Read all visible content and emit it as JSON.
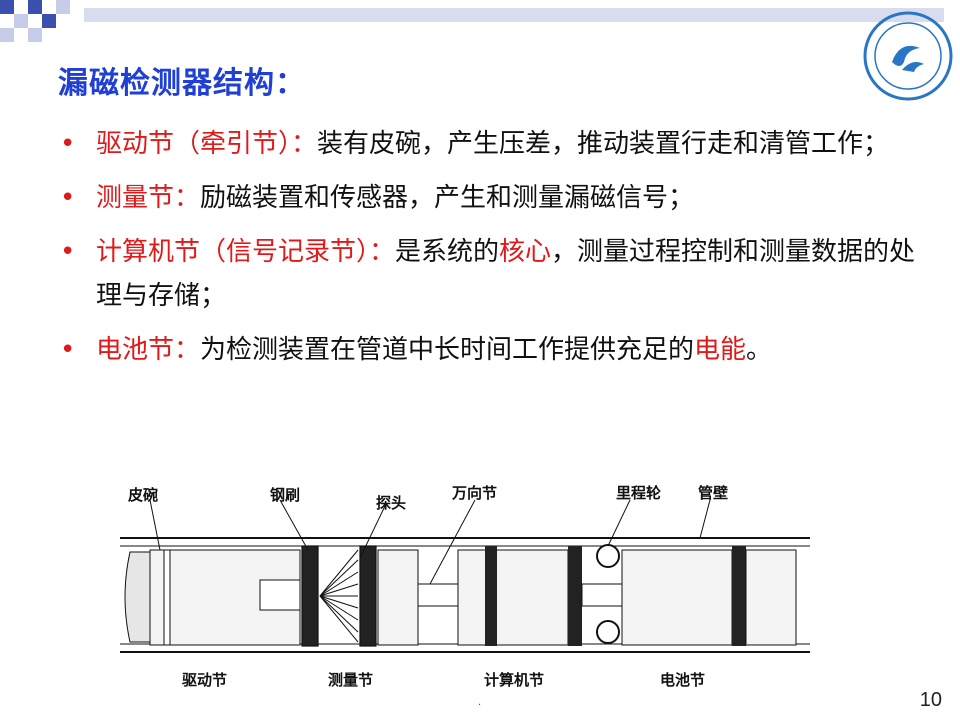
{
  "title": "漏磁检测器结构：",
  "bullets": [
    {
      "head": "驱动节（牵引节）：",
      "text": "装有皮碗，产生压差，推动装置行走和清管工作；"
    },
    {
      "head": "测量节：",
      "text": "励磁装置和传感器，产生和测量漏磁信号；"
    },
    {
      "head": "计算机节（信号记录节）：",
      "text_a": "是系统的",
      "text_highlight": "核心",
      "text_b": "，测量过程控制和测量数据的处理与存储；"
    },
    {
      "head": "电池节：",
      "text_a": "为检测装置在管道中长时间工作提供充足的",
      "text_highlight": "电能",
      "text_b": "。"
    }
  ],
  "figure": {
    "top_labels": [
      "皮碗",
      "钢刷",
      "探头",
      "万向节",
      "里程轮",
      "管壁"
    ],
    "bottom_labels": [
      "驱动节",
      "测量节",
      "计算机节",
      "电池节"
    ]
  },
  "page_number": "10",
  "colors": {
    "title": "#1f3fd6",
    "accent": "#e01a1a",
    "deco_blue": "#3a4fae"
  }
}
